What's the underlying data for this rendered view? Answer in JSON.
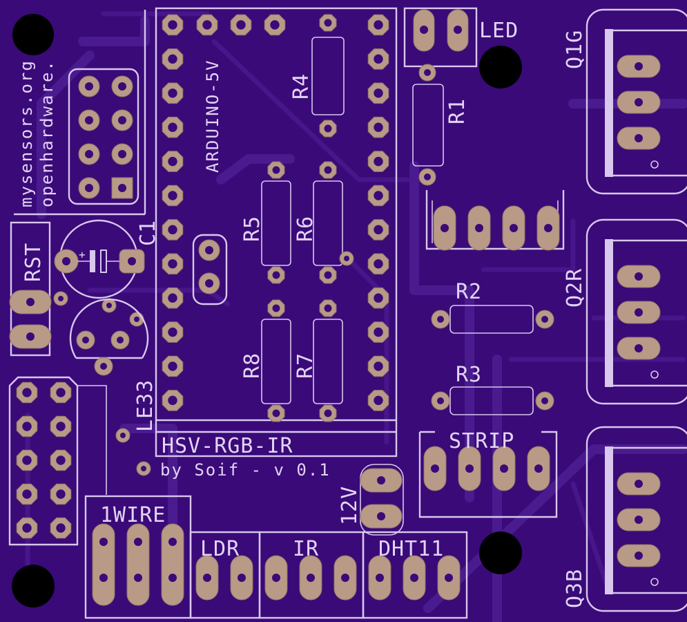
{
  "board": {
    "title": "HSV-RGB-IR",
    "byline": "by Soif - v 0.1",
    "side_text_1": "mysensors.org",
    "side_text_2": "openhardware.",
    "colors": {
      "substrate": "#3a0a78",
      "silkscreen": "#d8c7ee",
      "pad": "#b99a86",
      "mount_hole": "#000000"
    }
  },
  "labels": {
    "led": "LED",
    "arduino": "ARDUINO-5V",
    "r1": "R1",
    "r2": "R2",
    "r3": "R3",
    "r4": "R4",
    "r5": "R5",
    "r6": "R6",
    "r7": "R7",
    "r8": "R8",
    "c1": "C1",
    "rst": "RST",
    "le33": "LE33",
    "q1g": "Q1G",
    "q2r": "Q2R",
    "q3b": "Q3B",
    "strip": "STRIP",
    "v12": "12V",
    "onewire": "1WIRE",
    "ldr": "LDR",
    "ir": "IR",
    "dht11": "DHT11"
  }
}
